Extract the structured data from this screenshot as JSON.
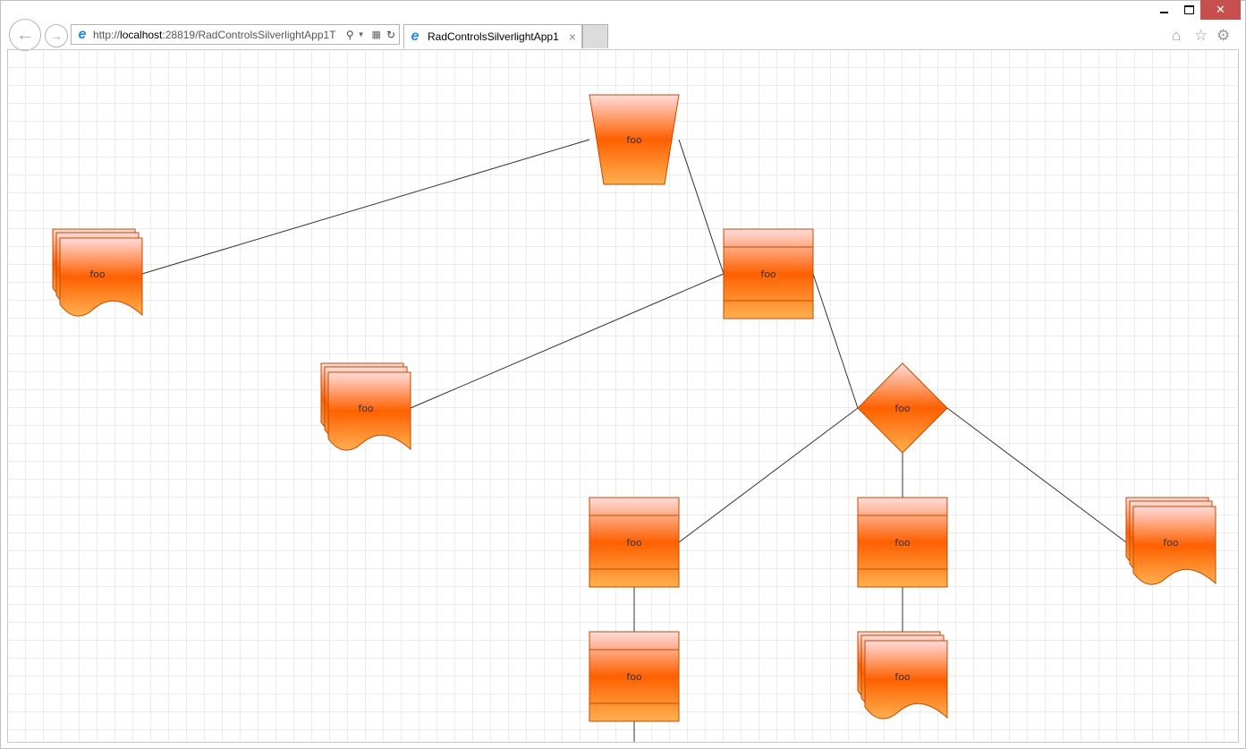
{
  "browser": {
    "url_prefix": "http://",
    "url_host": "localhost",
    "url_rest": ":28819/RadControlsSilverlightApp1T",
    "tab_title": "RadControlsSilverlightApp1",
    "tab_close": "×"
  },
  "window_controls": {
    "minimize": "‒",
    "maximize": "☐",
    "close": "✕"
  },
  "toolbar_icons": [
    "home-icon",
    "star-icon",
    "gear-icon"
  ],
  "diagram": {
    "shapes": [
      {
        "type": "trapezoid",
        "label": "foo"
      },
      {
        "type": "multi-document",
        "label": "foo"
      },
      {
        "type": "banded-rectangle",
        "label": "foo"
      },
      {
        "type": "multi-document",
        "label": "foo"
      },
      {
        "type": "diamond",
        "label": "foo"
      },
      {
        "type": "banded-rectangle",
        "label": "foo"
      },
      {
        "type": "banded-rectangle",
        "label": "foo"
      },
      {
        "type": "multi-document",
        "label": "foo"
      },
      {
        "type": "banded-rectangle",
        "label": "foo"
      },
      {
        "type": "multi-document",
        "label": "foo"
      }
    ],
    "colors": {
      "stroke": "#c04a00",
      "top": "#ffd8d8",
      "mid": "#ff6000",
      "bottom": "#ffb050",
      "grid": "#d9d9d9",
      "line": "#333333"
    }
  }
}
